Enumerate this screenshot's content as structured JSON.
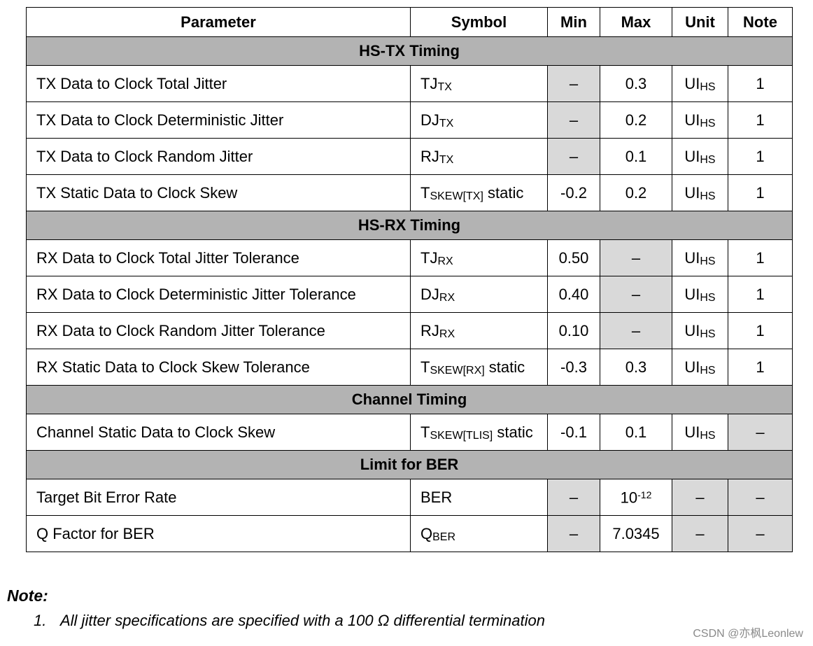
{
  "table": {
    "headers": {
      "parameter": "Parameter",
      "symbol": "Symbol",
      "min": "Min",
      "max": "Max",
      "unit": "Unit",
      "note": "Note"
    },
    "dash": "–",
    "sections": [
      {
        "title": "HS-TX Timing",
        "rows": [
          {
            "parameter": "TX Data to Clock Total Jitter",
            "symbol_main": "TJ",
            "symbol_sub": "TX",
            "symbol_tail": "",
            "min": "–",
            "max": "0.3",
            "unit_main": "UI",
            "unit_sub": "HS",
            "note": "1"
          },
          {
            "parameter": "TX Data to Clock Deterministic Jitter",
            "symbol_main": "DJ",
            "symbol_sub": "TX",
            "symbol_tail": "",
            "min": "–",
            "max": "0.2",
            "unit_main": "UI",
            "unit_sub": "HS",
            "note": "1"
          },
          {
            "parameter": "TX Data to Clock Random Jitter",
            "symbol_main": "RJ",
            "symbol_sub": "TX",
            "symbol_tail": "",
            "min": "–",
            "max": "0.1",
            "unit_main": "UI",
            "unit_sub": "HS",
            "note": "1"
          },
          {
            "parameter": "TX Static Data to Clock Skew",
            "symbol_main": "T",
            "symbol_sub": "SKEW[TX]",
            "symbol_tail": " static",
            "min": "-0.2",
            "max": "0.2",
            "unit_main": "UI",
            "unit_sub": "HS",
            "note": "1"
          }
        ]
      },
      {
        "title": "HS-RX Timing",
        "rows": [
          {
            "parameter": "RX Data to Clock Total Jitter Tolerance",
            "symbol_main": "TJ",
            "symbol_sub": "RX",
            "symbol_tail": "",
            "min": "0.50",
            "max": "–",
            "unit_main": "UI",
            "unit_sub": "HS",
            "note": "1"
          },
          {
            "parameter": "RX Data to Clock Deterministic Jitter Tolerance",
            "symbol_main": "DJ",
            "symbol_sub": "RX",
            "symbol_tail": "",
            "min": "0.40",
            "max": "–",
            "unit_main": "UI",
            "unit_sub": "HS",
            "note": "1"
          },
          {
            "parameter": "RX Data to Clock Random Jitter Tolerance",
            "symbol_main": "RJ",
            "symbol_sub": "RX",
            "symbol_tail": "",
            "min": "0.10",
            "max": "–",
            "unit_main": "UI",
            "unit_sub": "HS",
            "note": "1"
          },
          {
            "parameter": "RX Static Data to Clock Skew Tolerance",
            "symbol_main": "T",
            "symbol_sub": "SKEW[RX]",
            "symbol_tail": " static",
            "min": "-0.3",
            "max": "0.3",
            "unit_main": "UI",
            "unit_sub": "HS",
            "note": "1"
          }
        ]
      },
      {
        "title": "Channel Timing",
        "rows": [
          {
            "parameter": "Channel Static Data to Clock Skew",
            "symbol_main": "T",
            "symbol_sub": "SKEW[TLIS]",
            "symbol_tail": " static",
            "min": "-0.1",
            "max": "0.1",
            "unit_main": "UI",
            "unit_sub": "HS",
            "note": "–"
          }
        ]
      },
      {
        "title": "Limit for BER",
        "rows": [
          {
            "parameter": "Target Bit Error Rate",
            "symbol_main": "BER",
            "symbol_sub": "",
            "symbol_tail": "",
            "min": "–",
            "max_base": "10",
            "max_exp": "-12",
            "unit_main": "–",
            "unit_sub": "",
            "note": "–"
          },
          {
            "parameter": "Q Factor for BER",
            "symbol_main": "Q",
            "symbol_sub": "BER",
            "symbol_tail": "",
            "min": "–",
            "max": "7.0345",
            "unit_main": "–",
            "unit_sub": "",
            "note": "–"
          }
        ]
      }
    ]
  },
  "notes": {
    "heading": "Note:",
    "items": [
      {
        "number": "1.",
        "text": "All jitter specifications are specified with a 100 Ω differential termination"
      }
    ]
  },
  "watermark": "CSDN @亦枫Leonlew"
}
